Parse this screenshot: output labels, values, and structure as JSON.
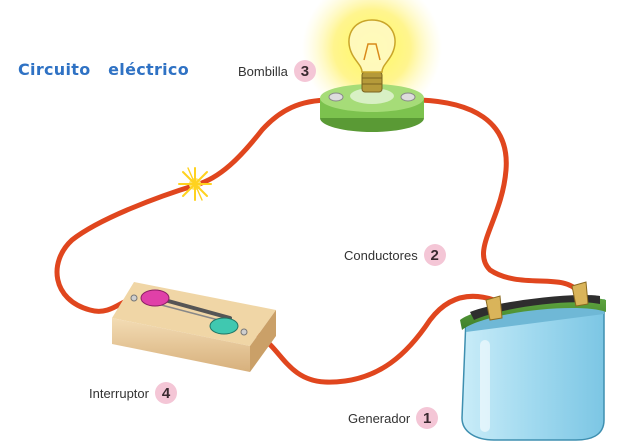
{
  "title": "Circuito   eléctrico",
  "labels": {
    "bulb": {
      "text": "Bombilla",
      "number": "3"
    },
    "conductors": {
      "text": "Conductores",
      "number": "2"
    },
    "switch": {
      "text": "Interruptor",
      "number": "4"
    },
    "generator": {
      "text": "Generador",
      "number": "1"
    }
  },
  "colors": {
    "title": "#2f72c4",
    "badge": "#f4c6d6",
    "wire": "#e0461e",
    "bulb_glow": "#ffee44",
    "bulb_base": "#8ccf5a",
    "switch_wood": "#e6c99a",
    "battery_body": "#a9dcef",
    "spark": "#ffd21f"
  }
}
